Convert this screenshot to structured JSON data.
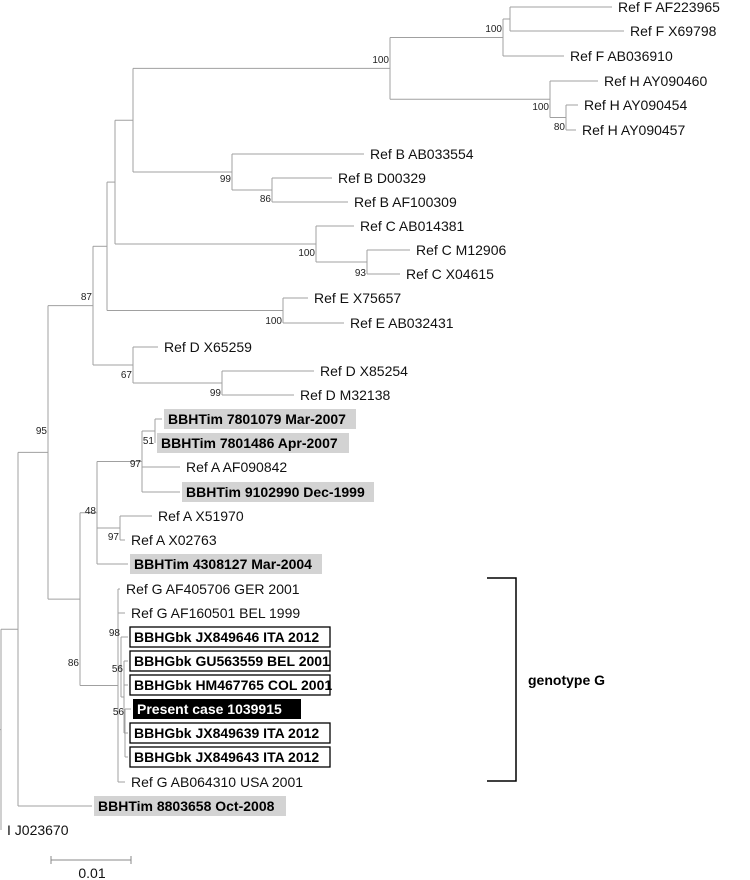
{
  "tree": {
    "taxa": [
      {
        "id": "fAF223965",
        "label": "Ref F AF223965",
        "style": "plain"
      },
      {
        "id": "fX69798",
        "label": "Ref F X69798",
        "style": "plain"
      },
      {
        "id": "fAB036910",
        "label": "Ref F AB036910",
        "style": "plain"
      },
      {
        "id": "hAY090460",
        "label": "Ref H AY090460",
        "style": "plain"
      },
      {
        "id": "hAY090454",
        "label": "Ref H AY090454",
        "style": "plain"
      },
      {
        "id": "hAY090457",
        "label": "Ref H AY090457",
        "style": "plain"
      },
      {
        "id": "bAB033554",
        "label": "Ref B AB033554",
        "style": "plain"
      },
      {
        "id": "bD00329",
        "label": "Ref B D00329",
        "style": "plain"
      },
      {
        "id": "bAF100309",
        "label": "Ref B AF100309",
        "style": "plain"
      },
      {
        "id": "cAB014381",
        "label": "Ref C AB014381",
        "style": "plain"
      },
      {
        "id": "cM12906",
        "label": "Ref C M12906",
        "style": "plain"
      },
      {
        "id": "cX04615",
        "label": "Ref C X04615",
        "style": "plain"
      },
      {
        "id": "eX75657",
        "label": "Ref E X75657",
        "style": "plain"
      },
      {
        "id": "eAB032431",
        "label": "Ref E AB032431",
        "style": "plain"
      },
      {
        "id": "dX65259",
        "label": "Ref D X65259",
        "style": "plain"
      },
      {
        "id": "dX85254",
        "label": "Ref D X85254",
        "style": "plain"
      },
      {
        "id": "dM32138",
        "label": "Ref D M32138",
        "style": "plain"
      },
      {
        "id": "tim7801079",
        "label": "BBHTim 7801079 Mar-2007",
        "style": "grey"
      },
      {
        "id": "tim7801486",
        "label": "BBHTim 7801486 Apr-2007",
        "style": "grey"
      },
      {
        "id": "aAF090842",
        "label": "Ref A AF090842",
        "style": "plain"
      },
      {
        "id": "tim9102990",
        "label": "BBHTim 9102990 Dec-1999",
        "style": "grey"
      },
      {
        "id": "aX51970",
        "label": "Ref A X51970",
        "style": "plain"
      },
      {
        "id": "aX02763",
        "label": "Ref A X02763",
        "style": "plain"
      },
      {
        "id": "tim4308127",
        "label": "BBHTim 4308127 Mar-2004",
        "style": "grey"
      },
      {
        "id": "gAF405706",
        "label": "Ref G AF405706 GER 2001",
        "style": "plain"
      },
      {
        "id": "gAF160501",
        "label": "Ref G AF160501 BEL 1999",
        "style": "plain"
      },
      {
        "id": "gbkJX849646",
        "label": "BBHGbk JX849646 ITA 2012",
        "style": "boxed"
      },
      {
        "id": "gbkGU563559",
        "label": "BBHGbk GU563559 BEL 2001",
        "style": "boxed"
      },
      {
        "id": "gbkHM467765",
        "label": "BBHGbk HM467765 COL 2001",
        "style": "boxed"
      },
      {
        "id": "present",
        "label": "Present case 1039915",
        "style": "black"
      },
      {
        "id": "gbkJX849639",
        "label": "BBHGbk JX849639 ITA 2012",
        "style": "boxed"
      },
      {
        "id": "gbkJX849643",
        "label": "BBHGbk JX849643 ITA 2012",
        "style": "boxed"
      },
      {
        "id": "gAB064310",
        "label": "Ref G AB064310 USA 2001",
        "style": "plain"
      },
      {
        "id": "tim8803658",
        "label": "BBHTim 8803658 Oct-2008",
        "style": "grey"
      },
      {
        "id": "iJ023670",
        "label": "I J023670",
        "style": "plain"
      }
    ],
    "bootstrap": [
      {
        "id": "bsF",
        "value": "100"
      },
      {
        "id": "bsFH",
        "value": "100"
      },
      {
        "id": "bsH",
        "value": "100"
      },
      {
        "id": "bsH2",
        "value": "80"
      },
      {
        "id": "bsB",
        "value": "99"
      },
      {
        "id": "bsB2",
        "value": "86"
      },
      {
        "id": "bsC",
        "value": "100"
      },
      {
        "id": "bsC2",
        "value": "93"
      },
      {
        "id": "bsE",
        "value": "100"
      },
      {
        "id": "bsD",
        "value": "67"
      },
      {
        "id": "bsD2",
        "value": "99"
      },
      {
        "id": "bs87",
        "value": "87"
      },
      {
        "id": "bs95",
        "value": "95"
      },
      {
        "id": "bs51",
        "value": "51"
      },
      {
        "id": "bs97a",
        "value": "97"
      },
      {
        "id": "bs48",
        "value": "48"
      },
      {
        "id": "bs97b",
        "value": "97"
      },
      {
        "id": "bs86",
        "value": "86"
      },
      {
        "id": "bs98",
        "value": "98"
      },
      {
        "id": "bs56a",
        "value": "56"
      },
      {
        "id": "bs56b",
        "value": "56"
      }
    ],
    "genotype_label": "genotype G",
    "scale_label": "0.01"
  }
}
